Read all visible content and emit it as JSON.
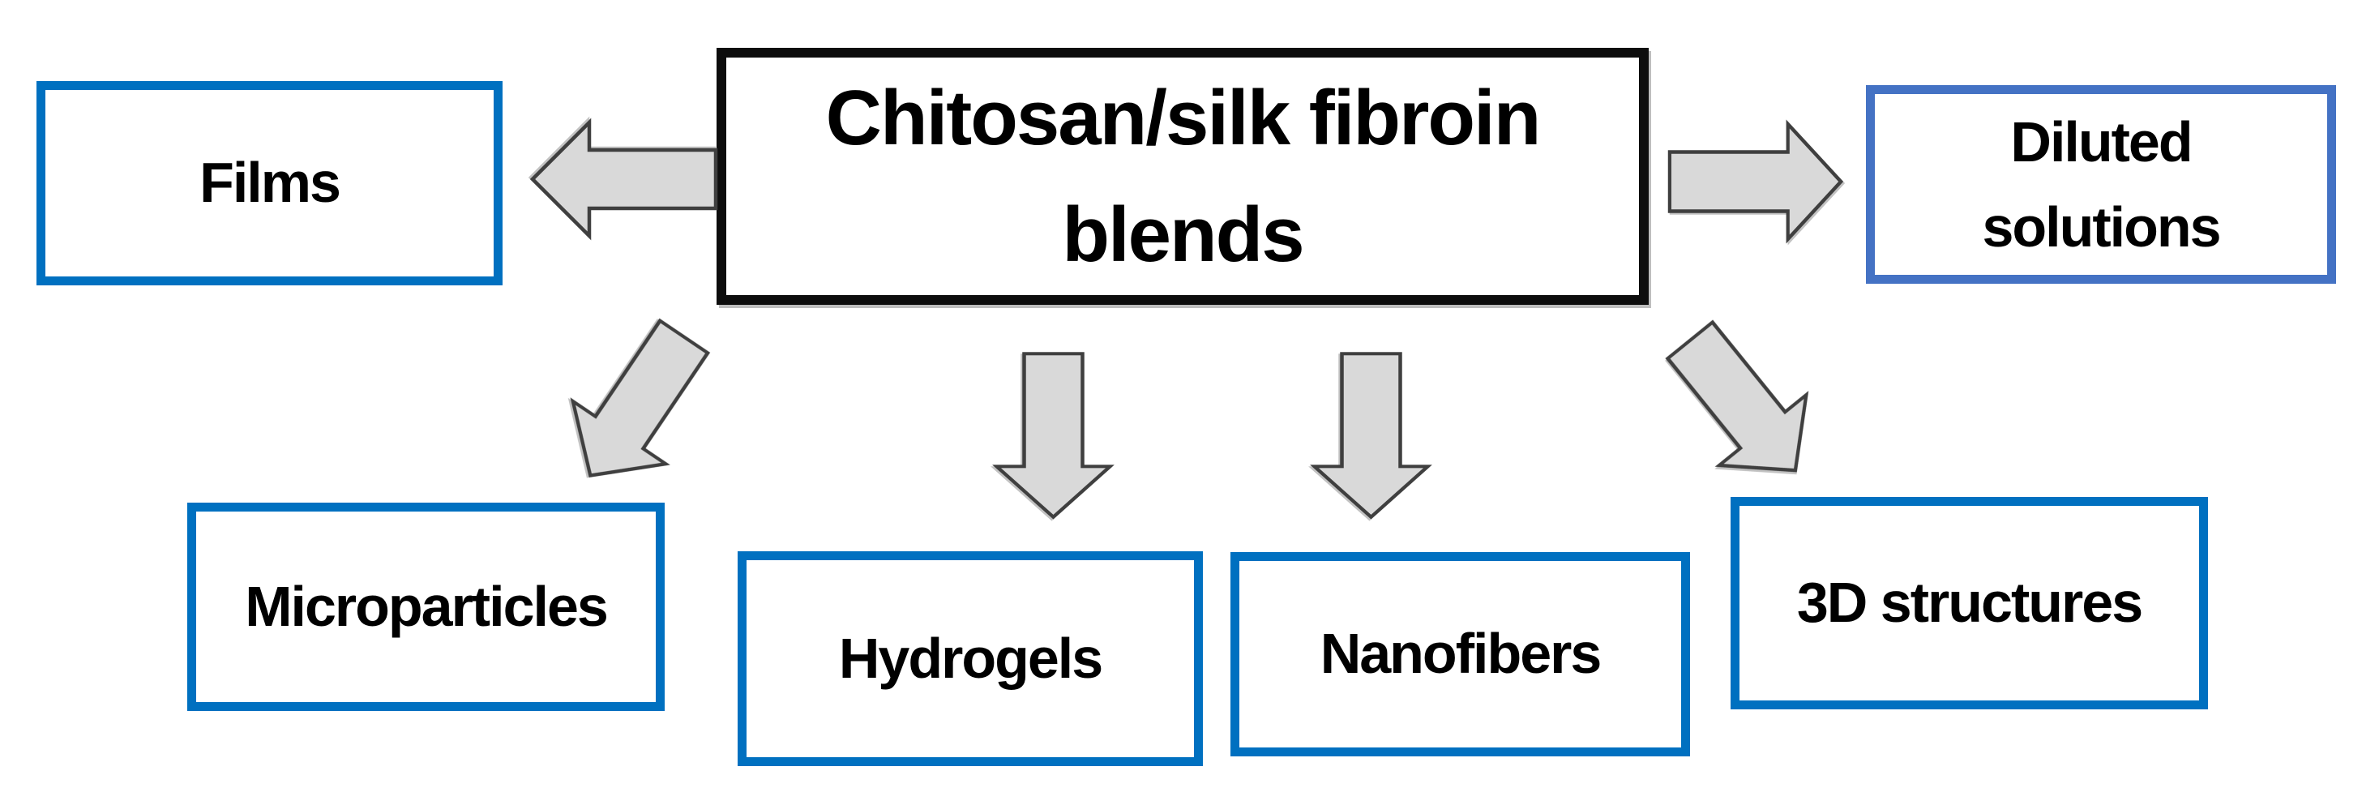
{
  "title": "Chitosan/silk fibroin blends diagram",
  "colors": {
    "background": "#ffffff",
    "text": "#000000",
    "box-blue": "#0070C0",
    "box-blue-alt": "#4472C4",
    "box-black": "#0d0d0d",
    "arrow-fill": "#D9D9D9",
    "arrow-stroke": "#3f3f3f"
  },
  "diagram": {
    "center": {
      "label": "Chitosan/silk fibroin blends"
    },
    "nodes": [
      {
        "id": "films",
        "label": "Films"
      },
      {
        "id": "diluted-solutions",
        "label": "Diluted solutions"
      },
      {
        "id": "microparticles",
        "label": "Microparticles"
      },
      {
        "id": "hydrogels",
        "label": "Hydrogels"
      },
      {
        "id": "nanofibers",
        "label": "Nanofibers"
      },
      {
        "id": "3d-structures",
        "label": "3D structures"
      }
    ],
    "connectors": [
      {
        "from": "center",
        "to": "films",
        "direction": "left"
      },
      {
        "from": "center",
        "to": "diluted-solutions",
        "direction": "right"
      },
      {
        "from": "center",
        "to": "microparticles",
        "direction": "down-left"
      },
      {
        "from": "center",
        "to": "hydrogels",
        "direction": "down"
      },
      {
        "from": "center",
        "to": "nanofibers",
        "direction": "down"
      },
      {
        "from": "center",
        "to": "3d-structures",
        "direction": "down-right"
      }
    ]
  }
}
